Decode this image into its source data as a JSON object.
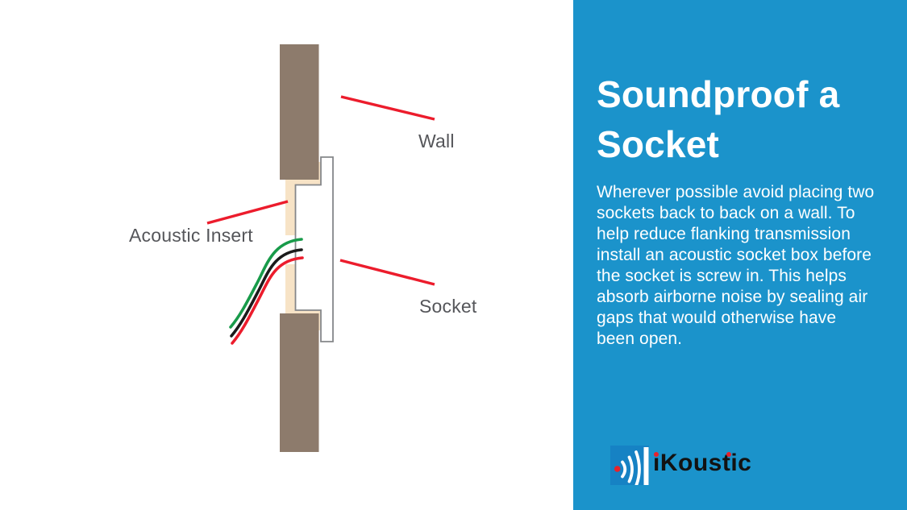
{
  "panel": {
    "title": "Soundproof a\nSocket",
    "body": "Wherever possible avoid placing two\nsockets back to back on a wall. To\nhelp reduce flanking transmission\ninstall an acoustic socket box before\nthe socket is screw in. This helps\nabsorb airborne noise by sealing air\ngaps that would otherwise have\nbeen open.",
    "background": "#1b93cb",
    "text_color": "#ffffff"
  },
  "logo": {
    "text": "iKoustic",
    "icon": "sound-waves-icon",
    "square_color": "#1682c4",
    "wave_color": "#ffffff",
    "dot_color": "#e8222b",
    "text_color": "#121212"
  },
  "diagram": {
    "labels": {
      "wall": "Wall",
      "acoustic_insert": "Acoustic Insert",
      "socket": "Socket"
    },
    "colors": {
      "wall": "#8d7b6c",
      "insert": "#f7e3c6",
      "socket_outline": "#85878a",
      "leader": "#ec1c2c",
      "wire_green": "#189b4a",
      "wire_black": "#1b1b1b",
      "wire_red": "#ec1c2c",
      "label_text": "#55565a"
    }
  }
}
